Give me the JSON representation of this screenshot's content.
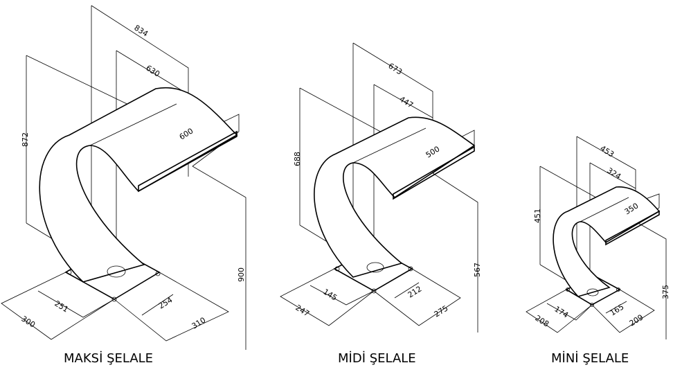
{
  "units": [
    {
      "title": "MAKSİ ŞELALE",
      "dims": {
        "overall_depth": "834",
        "inner_depth": "630",
        "lip_width": "600",
        "total_height": "872",
        "base_height": "900",
        "plate_a": "251",
        "plate_b": "254",
        "base_a": "300",
        "base_b": "310"
      }
    },
    {
      "title": "MİDİ ŞELALE",
      "dims": {
        "overall_depth": "673",
        "inner_depth": "447",
        "lip_width": "500",
        "total_height": "688",
        "base_height": "567",
        "plate_a": "145",
        "plate_b": "212",
        "base_a": "247",
        "base_b": "275"
      }
    },
    {
      "title": "MİNİ ŞELALE",
      "dims": {
        "overall_depth": "453",
        "inner_depth": "324",
        "lip_width": "350",
        "total_height": "451",
        "base_height": "375",
        "plate_a": "174",
        "plate_b": "165",
        "base_a": "208",
        "base_b": "209"
      }
    }
  ]
}
